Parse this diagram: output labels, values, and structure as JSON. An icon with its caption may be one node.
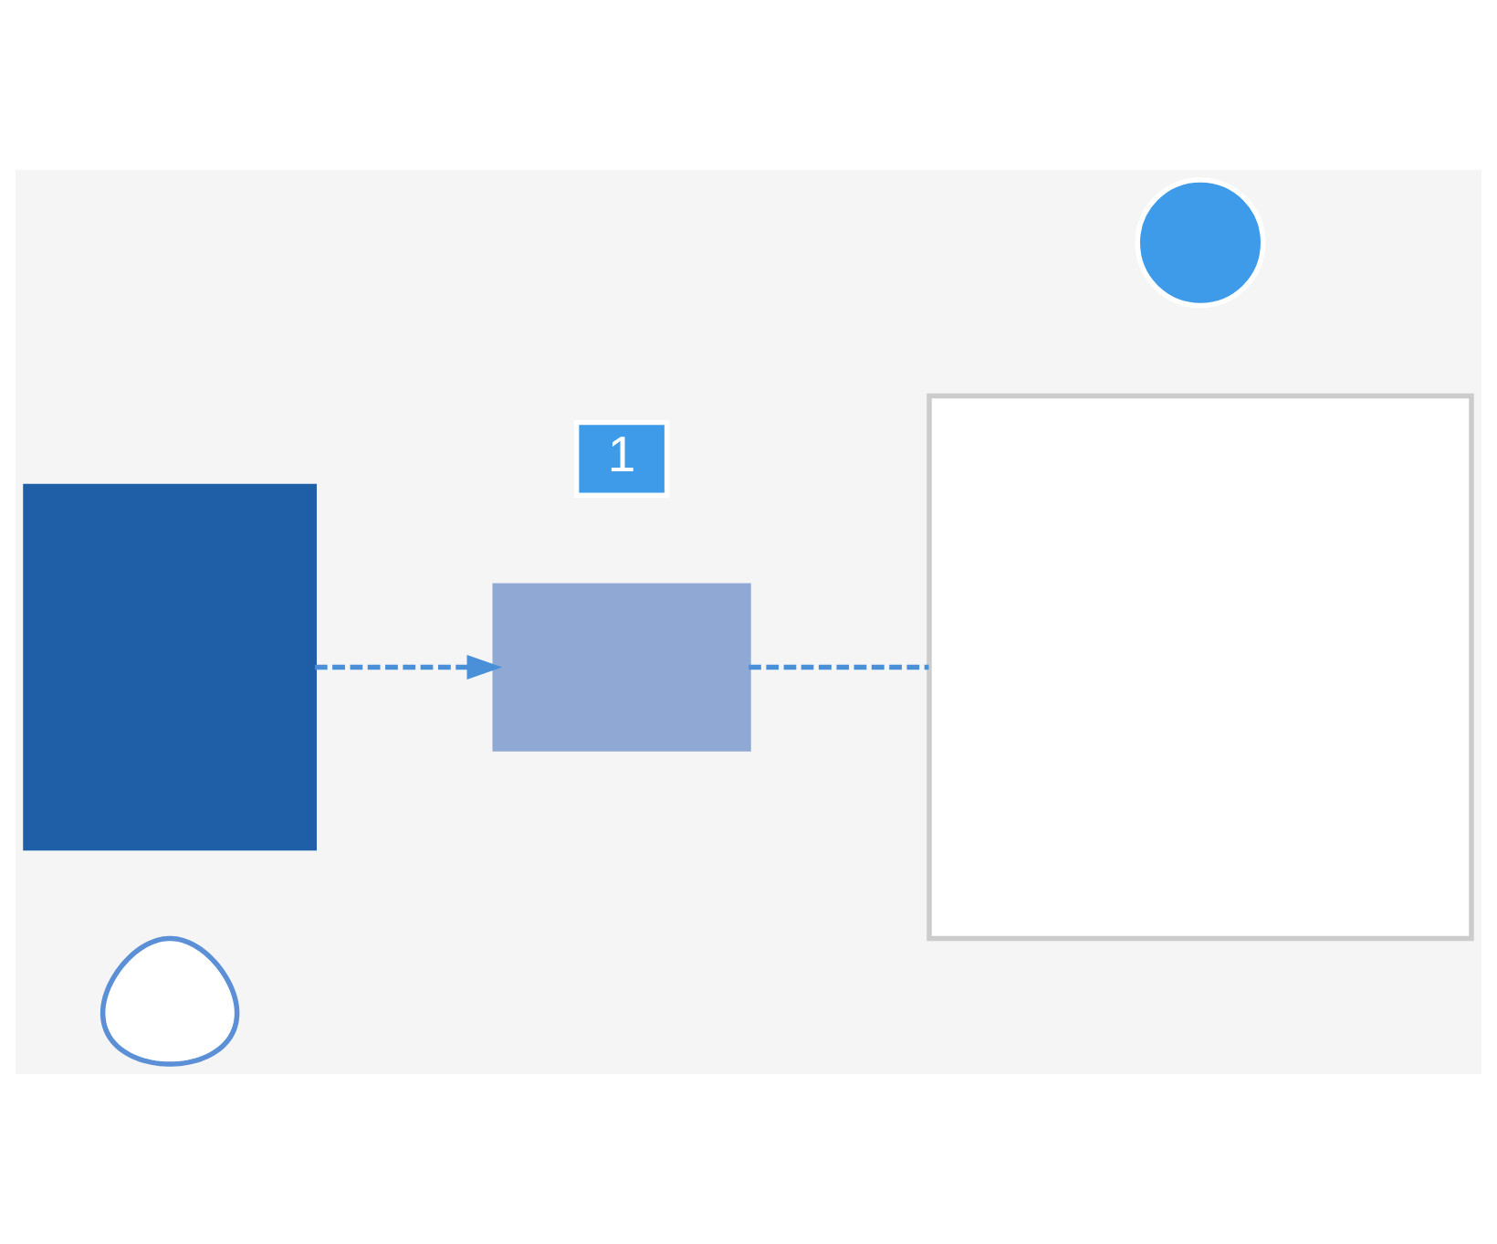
{
  "diagram": {
    "nodes": [
      {
        "text": [
          "1"
        ]
      },
      {
        "text": [],
        "shape": "box"
      },
      {
        "text": [],
        "shape": "box"
      },
      {
        "text": [],
        "shape": "circle"
      },
      {
        "text": [],
        "shape": "box"
      },
      {
        "text": [],
        "shape": "person"
      }
    ],
    "edges": [
      {
        "from": 1,
        "to": 2,
        "arrow": "to",
        "style": "dashed"
      },
      {
        "from": 2,
        "to": 4,
        "arrow": "none",
        "style": "dashed"
      }
    ]
  }
}
